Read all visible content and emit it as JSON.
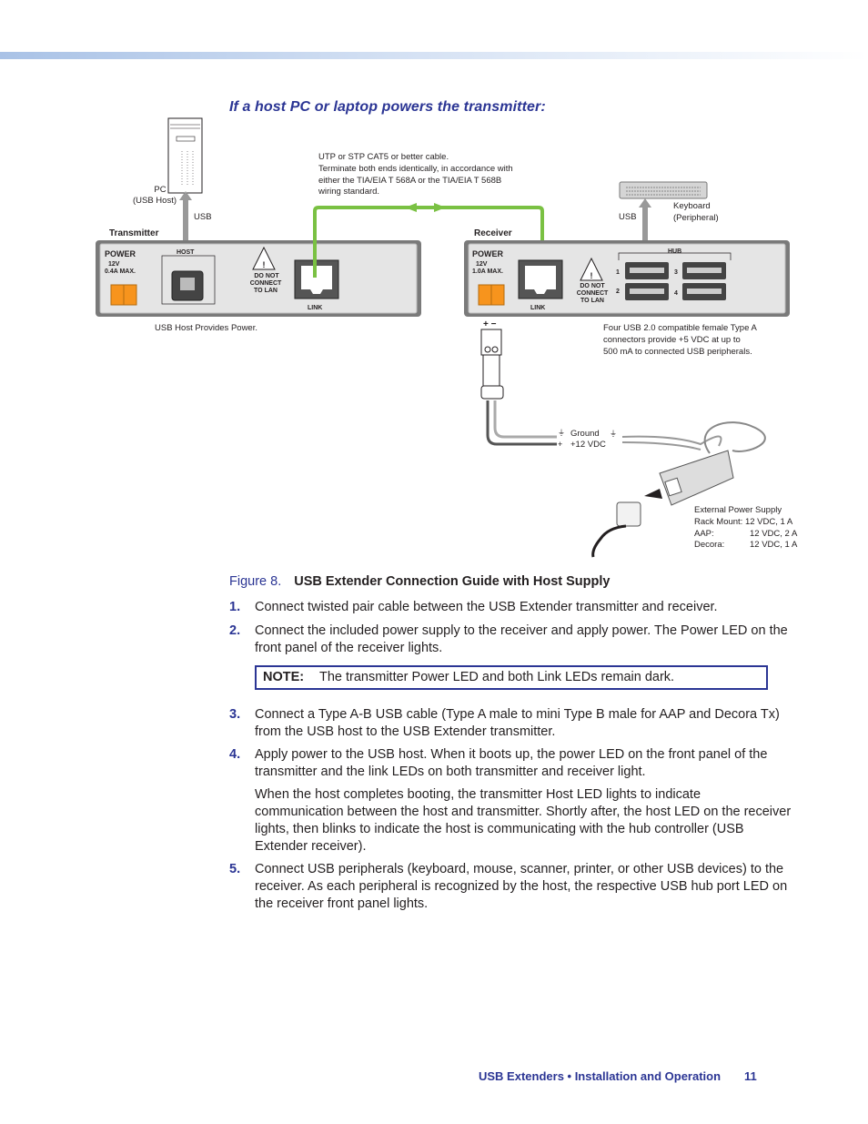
{
  "heading": "If a host PC or laptop powers the transmitter:",
  "diagram": {
    "pc_label_1": "PC",
    "pc_label_2": "(USB Host)",
    "usb_left": "USB",
    "transmitter": "Transmitter",
    "receiver": "Receiver",
    "cable_note": [
      "UTP or STP CAT5 or better cable.",
      "Terminate both ends identically, in accordance with",
      "either the TIA/EIA T 568A or the TIA/EIA T 568B",
      "wiring standard."
    ],
    "usb_right": "USB",
    "keyboard_1": "Keyboard",
    "keyboard_2": "(Peripheral)",
    "power": "POWER",
    "v12": "12V",
    "tx_max": "0.4A MAX.",
    "rx_max": "1.0A MAX.",
    "host": "HOST",
    "hub": "HUB",
    "do_not": "DO NOT",
    "connect": "CONNECT",
    "to_lan": "TO LAN",
    "link": "LINK",
    "port_1": "1",
    "port_2": "2",
    "port_3": "3",
    "port_4": "4",
    "usb_host_power": "USB Host Provides Power.",
    "hub_note": [
      "Four USB 2.0 compatible female Type A",
      "connectors provide +5 VDC at up to",
      "500 mA to connected USB peripherals."
    ],
    "ground": "Ground",
    "vdc": "+12 VDC",
    "psu": [
      "External Power Supply",
      "Rack Mount: 12 VDC, 1 A",
      "AAP:",
      "12 VDC, 2 A",
      "Decora:",
      "12 VDC, 1 A"
    ]
  },
  "figure": {
    "number": "Figure 8.",
    "title": "USB Extender Connection Guide with Host Supply"
  },
  "steps": [
    {
      "num": "1.",
      "text": "Connect twisted pair cable between the USB Extender transmitter and receiver."
    },
    {
      "num": "2.",
      "text": "Connect the included power supply to the receiver and apply power. The Power LED on the front panel of the receiver lights."
    },
    {
      "num": "3.",
      "text": "Connect a Type A-B USB cable (Type A male to mini Type B male for AAP and Decora Tx) from the USB host to the USB Extender transmitter."
    },
    {
      "num": "4.",
      "text": "Apply power to the USB host. When it boots up, the power LED on the front panel of the transmitter and the link LEDs on both transmitter and receiver light."
    },
    {
      "num": "5.",
      "text": "Connect USB peripherals (keyboard, mouse, scanner, printer, or other USB devices) to the receiver. As each peripheral is recognized by the host, the respective USB hub port LED on the receiver front panel lights."
    }
  ],
  "note": {
    "label": "NOTE:",
    "text": "The transmitter Power LED and both Link LEDs remain dark."
  },
  "step4_para": "When the host completes booting, the transmitter Host LED lights to indicate communication between the host and transmitter. Shortly after, the host LED on the receiver lights, then blinks to indicate the host is communicating with the hub controller (USB Extender receiver).",
  "footer": {
    "title": "USB Extenders • Installation and Operation",
    "page": "11"
  },
  "colors": {
    "accent": "#2b3594",
    "cable_green": "#7ac143",
    "panel_gray": "#d9d9d9",
    "terminal_orange": "#f7941d"
  }
}
